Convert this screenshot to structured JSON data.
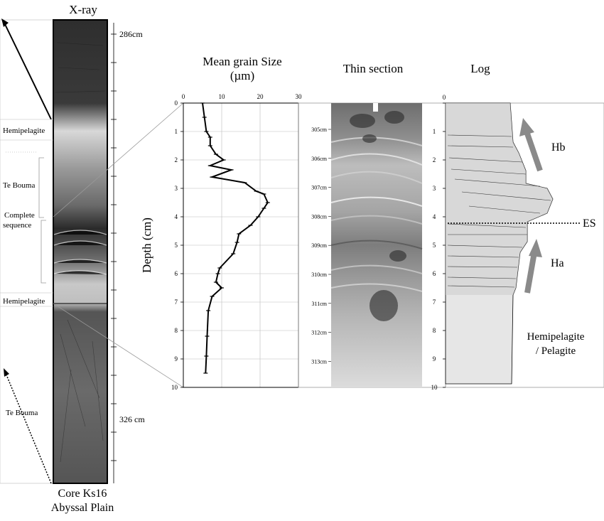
{
  "xray": {
    "title": "X-ray",
    "depth_top": "286cm",
    "depth_bottom": "326 cm",
    "caption_line1": "Core Ks16",
    "caption_line2": "Abyssal Plain",
    "annotations": {
      "hemipelagite_top": "Hemipelagite",
      "te_bouma_upper": "Te Bouma",
      "complete_line1": "Complete",
      "complete_line2": "sequence",
      "hemipelagite_mid": "Hemipelagite",
      "te_bouma_lower": "Te Bouma"
    }
  },
  "chart_data": {
    "type": "line",
    "title": "Mean grain Size",
    "unit": "(µm)",
    "ylabel": "Depth (cm)",
    "xlim": [
      0,
      30
    ],
    "ylim": [
      0,
      10
    ],
    "x_ticks": [
      "0",
      "10",
      "20",
      "30"
    ],
    "y_ticks": [
      "0",
      "1",
      "2",
      "3",
      "4",
      "5",
      "6",
      "7",
      "8",
      "9",
      "10"
    ],
    "series": [
      {
        "depth": [
          0,
          0.5,
          1.0,
          1.2,
          1.5,
          1.8,
          2.0,
          2.2,
          2.35,
          2.6,
          2.8,
          3.1,
          3.2,
          3.5,
          3.7,
          4.0,
          4.3,
          4.6,
          4.9,
          5.3,
          5.8,
          6.0,
          6.3,
          6.5,
          6.8,
          7.3,
          8.2,
          8.9,
          9.5
        ],
        "grain_size_um": [
          5,
          5.5,
          6,
          7,
          7,
          8.5,
          10.5,
          7,
          12.5,
          7.5,
          16,
          19,
          21,
          22,
          21,
          19.5,
          17.5,
          14.5,
          14,
          13,
          9.5,
          9,
          8.5,
          10,
          7.5,
          6.5,
          6.2,
          6,
          5.8
        ]
      }
    ]
  },
  "thin_section": {
    "title": "Thin section",
    "depth_labels": [
      "305cm",
      "306cm",
      "307cm",
      "308cm",
      "309cm",
      "310cm",
      "311cm",
      "312cm",
      "313cm"
    ]
  },
  "log": {
    "title": "Log",
    "zero": "0",
    "labels": {
      "hb": "Hb",
      "es": "ES",
      "ha": "Ha",
      "hemi_line1": "Hemipelagite",
      "hemi_line2": "/ Pelagite"
    }
  },
  "colors": {
    "core_dark": "#2b2b2b",
    "core_mid": "#5a5a5a",
    "core_light": "#cfcfcf",
    "arrow_gray": "#8a8a8a"
  }
}
